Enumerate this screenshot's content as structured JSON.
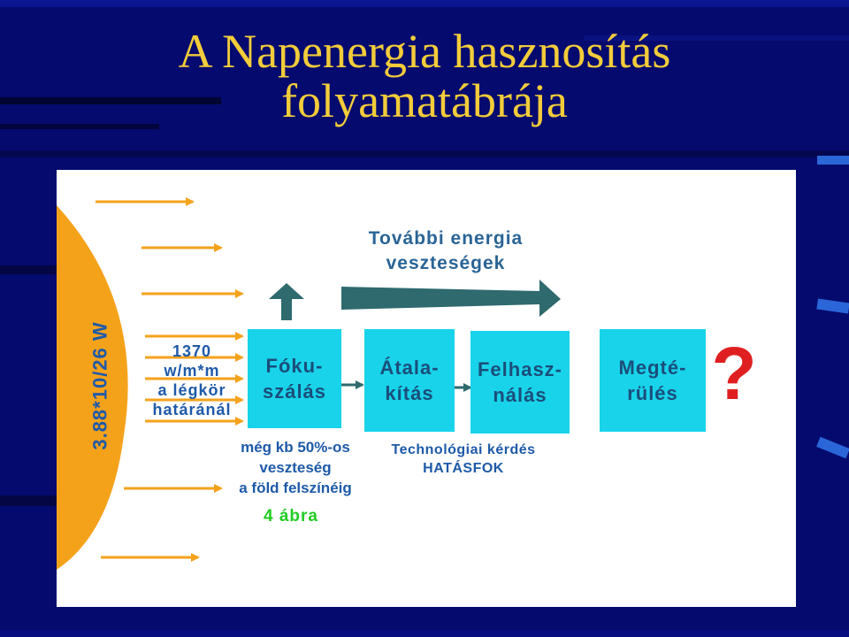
{
  "slide": {
    "title_line1": "A Napenergia hasznosítás",
    "title_line2": "folyamatábrája"
  },
  "diagram": {
    "sun_power": "3.88*10/26 W",
    "intensity_label": "1370\nw/m*m\na légkör\nhatáránál",
    "loss_top": "További energia\nveszteségek",
    "boxes": {
      "focusing": "Fóku-\nszálás",
      "conversion": "Átala-\nkítás",
      "usage": "Felhasz-\nnálás",
      "return": "Megté-\nrülés"
    },
    "loss_50": "még kb 50%-os\nveszteség\na föld felszínéig",
    "figure_label": "4 ábra",
    "tech_question": "Technológiai kérdés\nHATÁSFOK",
    "question_mark": "?"
  },
  "colors": {
    "background": "#050a6e",
    "title": "#f2cc3a",
    "sun": "#f5a21b",
    "ray": "#f5a21b",
    "box": "#19d3ea",
    "loss_arrow": "#2e6a6e",
    "figure_label": "#22cc22",
    "question": "#e02020"
  }
}
